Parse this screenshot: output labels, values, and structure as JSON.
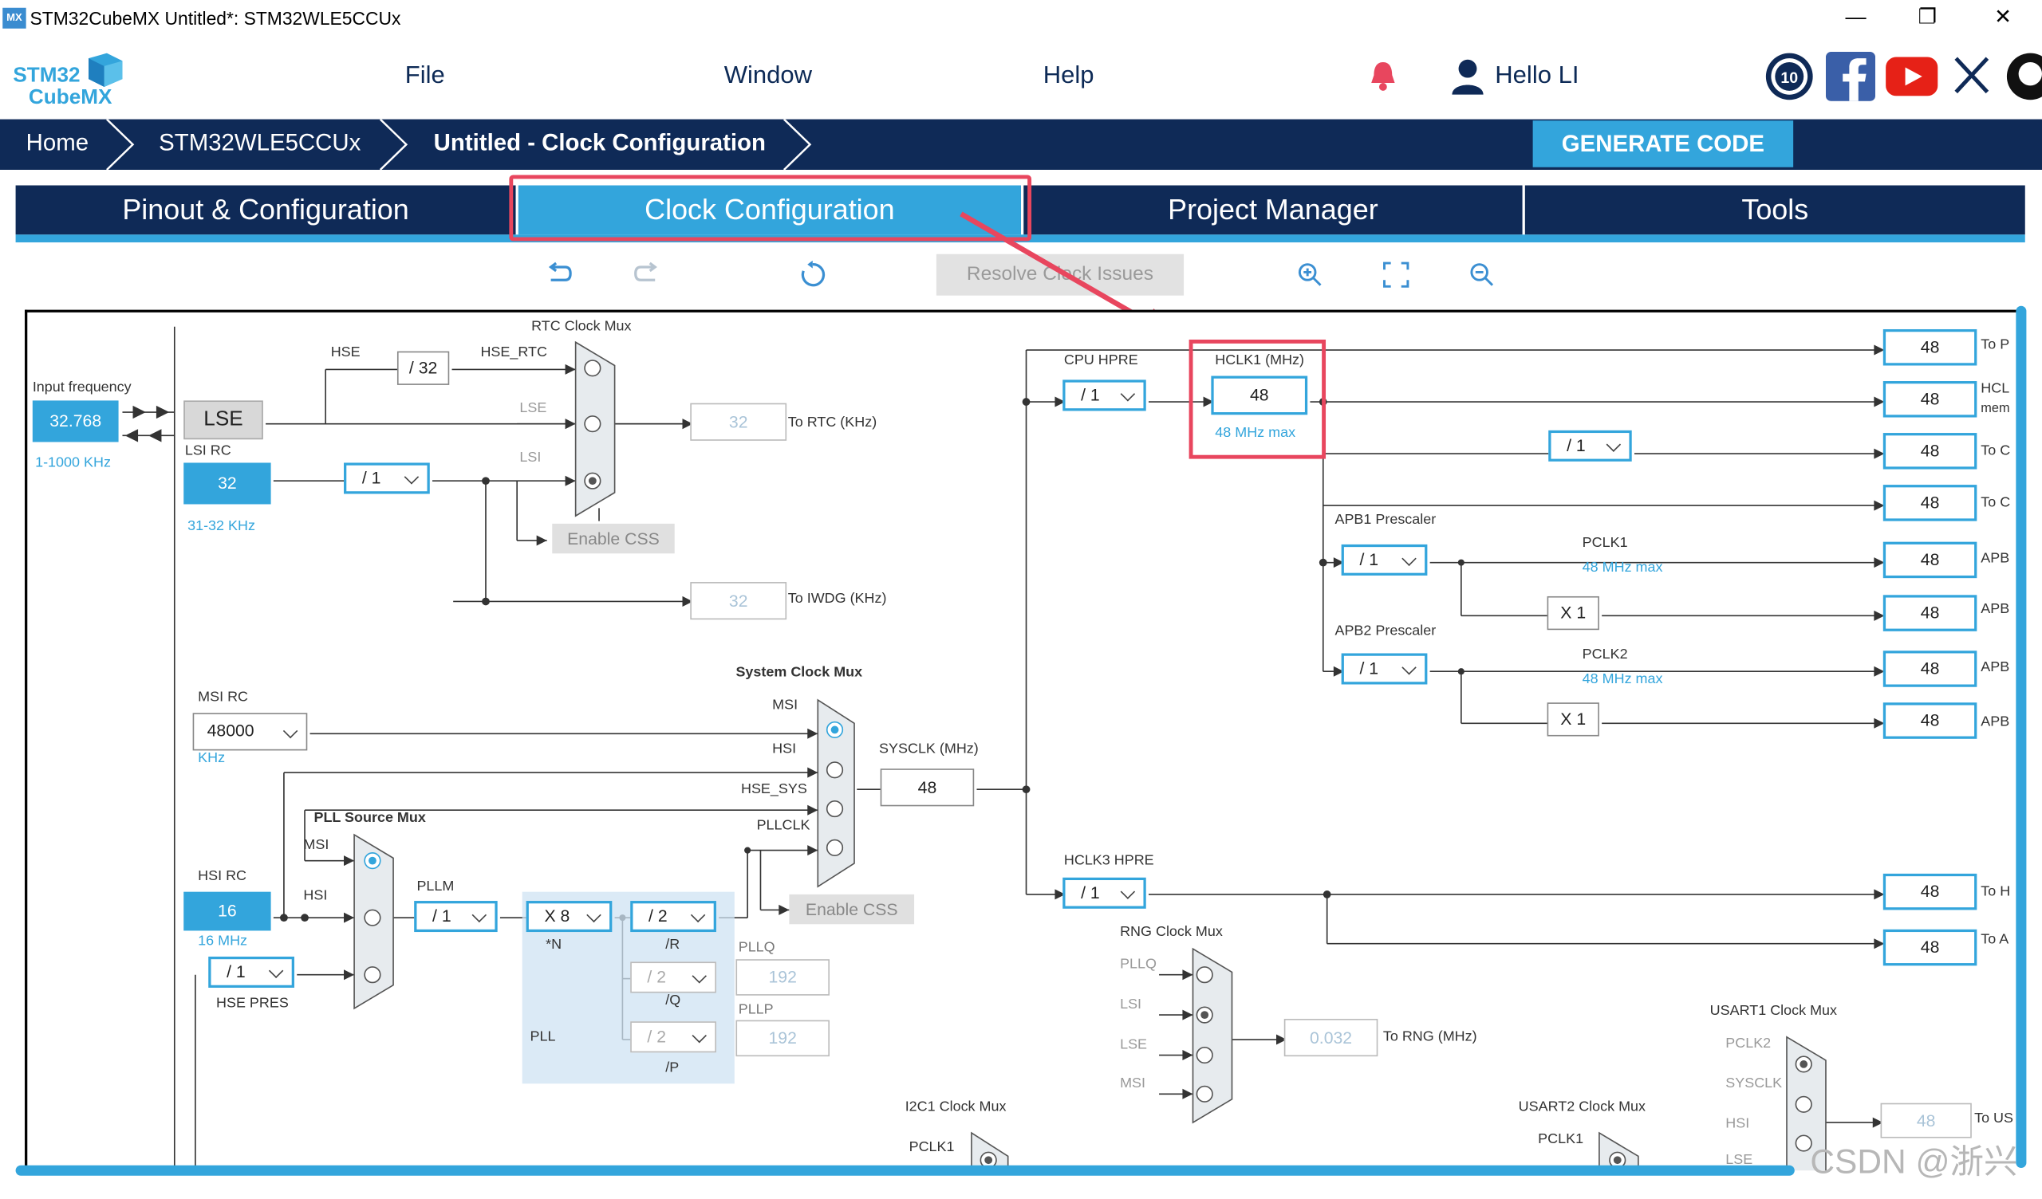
{
  "window": {
    "logo_text": "MX",
    "title": "STM32CubeMX Untitled*: STM32WLE5CCUx",
    "controls": [
      "—",
      "❐",
      "✕"
    ]
  },
  "brand": {
    "line1": "STM32",
    "line2": "CubeMX"
  },
  "menu": {
    "items": [
      "File",
      "Window",
      "Help"
    ],
    "greeting": "Hello LI",
    "social_icons": [
      "anniversary-badge-icon",
      "facebook-icon",
      "youtube-icon",
      "x-icon",
      "github-icon"
    ]
  },
  "breadcrumb": {
    "items": [
      "Home",
      "STM32WLE5CCUx",
      "Untitled - Clock Configuration"
    ],
    "generate_label": "GENERATE CODE"
  },
  "tabs": [
    "Pinout & Configuration",
    "Clock Configuration",
    "Project Manager",
    "Tools"
  ],
  "active_tab": "Clock Configuration",
  "toolbar": {
    "resolve_label": "Resolve Clock Issues",
    "icons": [
      "undo-icon",
      "redo-icon",
      "reset-icon",
      "zoom-in-icon",
      "fit-icon",
      "zoom-out-icon"
    ]
  },
  "clock": {
    "input_frequency_label": "Input frequency",
    "lse_input": "32.768",
    "lse_range": "1-1000 KHz",
    "lse_label": "LSE",
    "lsi_rc_label": "LSI RC",
    "lsi_value": "32",
    "lsi_range": "31-32 KHz",
    "lsi_div": "/ 1",
    "rtc_mux_label": "RTC Clock Mux",
    "hse_label": "HSE",
    "hse_div32": "/ 32",
    "hse_rtc": "HSE_RTC",
    "lse_tap": "LSE",
    "lsi_tap": "LSI",
    "rtc_value": "32",
    "rtc_to": "To RTC (KHz)",
    "enable_css": "Enable CSS",
    "iwdg_value": "32",
    "iwdg_to": "To IWDG (KHz)",
    "msi_rc_label": "MSI RC",
    "msi_value": "48000",
    "msi_unit": "KHz",
    "sysmux_label": "System Clock Mux",
    "sysmux_inputs": [
      "MSI",
      "HSI",
      "HSE_SYS",
      "PLLCLK"
    ],
    "sysclk_label": "SYSCLK (MHz)",
    "sysclk_value": "48",
    "enable_css2": "Enable CSS",
    "pll_src_label": "PLL Source Mux",
    "pll_src_inputs": [
      "MSI",
      "HSI"
    ],
    "hsi_rc_label": "HSI RC",
    "hsi_value": "16",
    "hsi_freq": "16 MHz",
    "hse_pres_div": "/ 1",
    "hse_pres_label": "HSE PRES",
    "pllm_label": "PLLM",
    "pllm_div": "/ 1",
    "plln_mul": "X 8",
    "plln_label": "*N",
    "pllr_div": "/ 2",
    "pllr_label": "/R",
    "pllq_div": "/ 2",
    "pllq_label": "/Q",
    "pllq_out_label": "PLLQ",
    "pllq_value": "192",
    "pllp_div": "/ 2",
    "pllp_label": "/P",
    "pllp_out_label": "PLLP",
    "pllp_value": "192",
    "pll_label": "PLL",
    "cpu_hpre_label": "CPU HPRE",
    "cpu_hpre": "/ 1",
    "hclk1_label": "HCLK1 (MHz)",
    "hclk1_value": "48",
    "hclk1_max": "48 MHz max",
    "mid_div": "/ 1",
    "apb1_label": "APB1 Prescaler",
    "apb1_div": "/ 1",
    "pclk1_label": "PCLK1",
    "pclk1_max": "48 MHz max",
    "x1_a": "X 1",
    "apb2_label": "APB2 Prescaler",
    "apb2_div": "/ 1",
    "pclk2_label": "PCLK2",
    "pclk2_max": "48 MHz max",
    "x1_b": "X 1",
    "hclk3_label": "HCLK3 HPRE",
    "hclk3_div": "/ 1",
    "outputs": [
      "48",
      "48",
      "48",
      "48",
      "48",
      "48",
      "48",
      "48",
      "48",
      "48"
    ],
    "output_labels": [
      "To P",
      "HCL",
      "To C",
      "To C",
      "APB",
      "APB",
      "APB",
      "APB",
      "To H",
      "To A"
    ],
    "output_sub": "mem",
    "rng_mux_label": "RNG Clock Mux",
    "rng_inputs": [
      "PLLQ",
      "LSI",
      "LSE",
      "MSI"
    ],
    "rng_value": "0.032",
    "rng_to": "To RNG (MHz)",
    "i2c1_mux_label": "I2C1 Clock Mux",
    "i2c1_input": "PCLK1",
    "usart2_mux_label": "USART2 Clock Mux",
    "usart2_input": "PCLK1",
    "usart1_mux_label": "USART1 Clock Mux",
    "usart1_inputs": [
      "PCLK2",
      "SYSCLK",
      "HSI",
      "LSE"
    ],
    "usart1_value": "48",
    "usart1_to": "To US"
  },
  "watermark": "CSDN @浙兴"
}
